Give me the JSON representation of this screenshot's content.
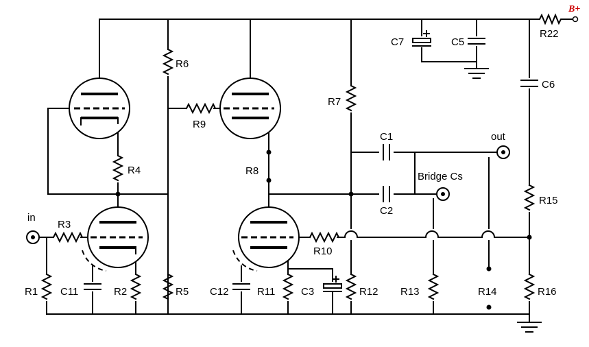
{
  "labels": {
    "in": "in",
    "out": "out",
    "bridge": "Bridge Cs",
    "bplus": "B+",
    "R1": "R1",
    "R2": "R2",
    "R3": "R3",
    "R4": "R4",
    "R5": "R5",
    "R6": "R6",
    "R7": "R7",
    "R8": "R8",
    "R9": "R9",
    "R10": "R10",
    "R11": "R11",
    "R12": "R12",
    "R13": "R13",
    "R14": "R14",
    "R15": "R15",
    "R16": "R16",
    "R22": "R22",
    "C1": "C1",
    "C2": "C2",
    "C3": "C3",
    "C5": "C5",
    "C6": "C6",
    "C7": "C7",
    "C11": "C11",
    "C12": "C12"
  },
  "colors": {
    "wire": "#000000",
    "bplus": "#cc0000",
    "background": "#ffffff"
  }
}
